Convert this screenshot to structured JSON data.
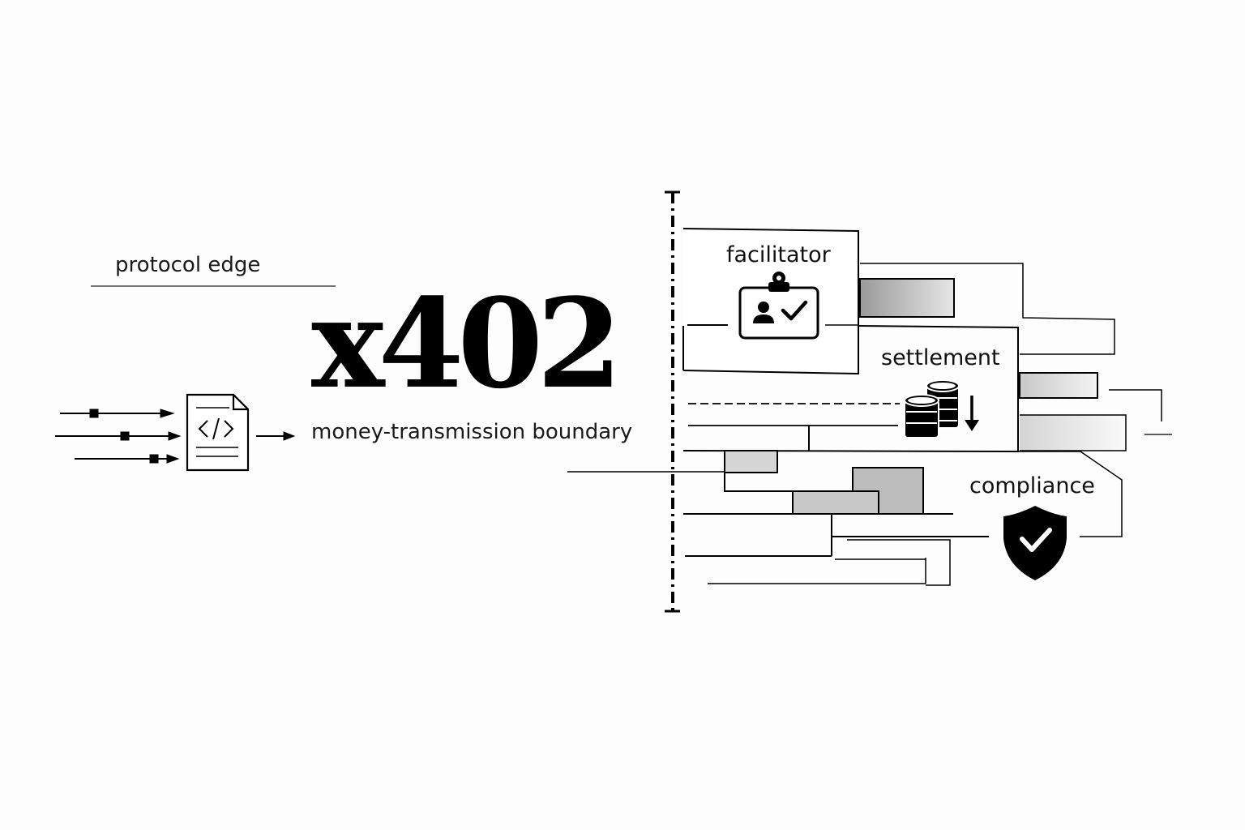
{
  "labels": {
    "protocol_edge": "protocol edge",
    "title": "x402",
    "boundary": "money-transmission boundary"
  },
  "zones": {
    "facilitator": "facilitator",
    "settlement": "settlement",
    "compliance": "compliance"
  },
  "icons": {
    "request": "code-document-icon",
    "facilitator": "id-badge-check-icon",
    "settlement": "coin-stack-deposit-icon",
    "compliance": "shield-check-icon"
  },
  "colors": {
    "ink": "#000000",
    "background": "#fdfdfd",
    "fill_dark": "#b4b4b4",
    "fill_light": "#dcdcdc"
  }
}
